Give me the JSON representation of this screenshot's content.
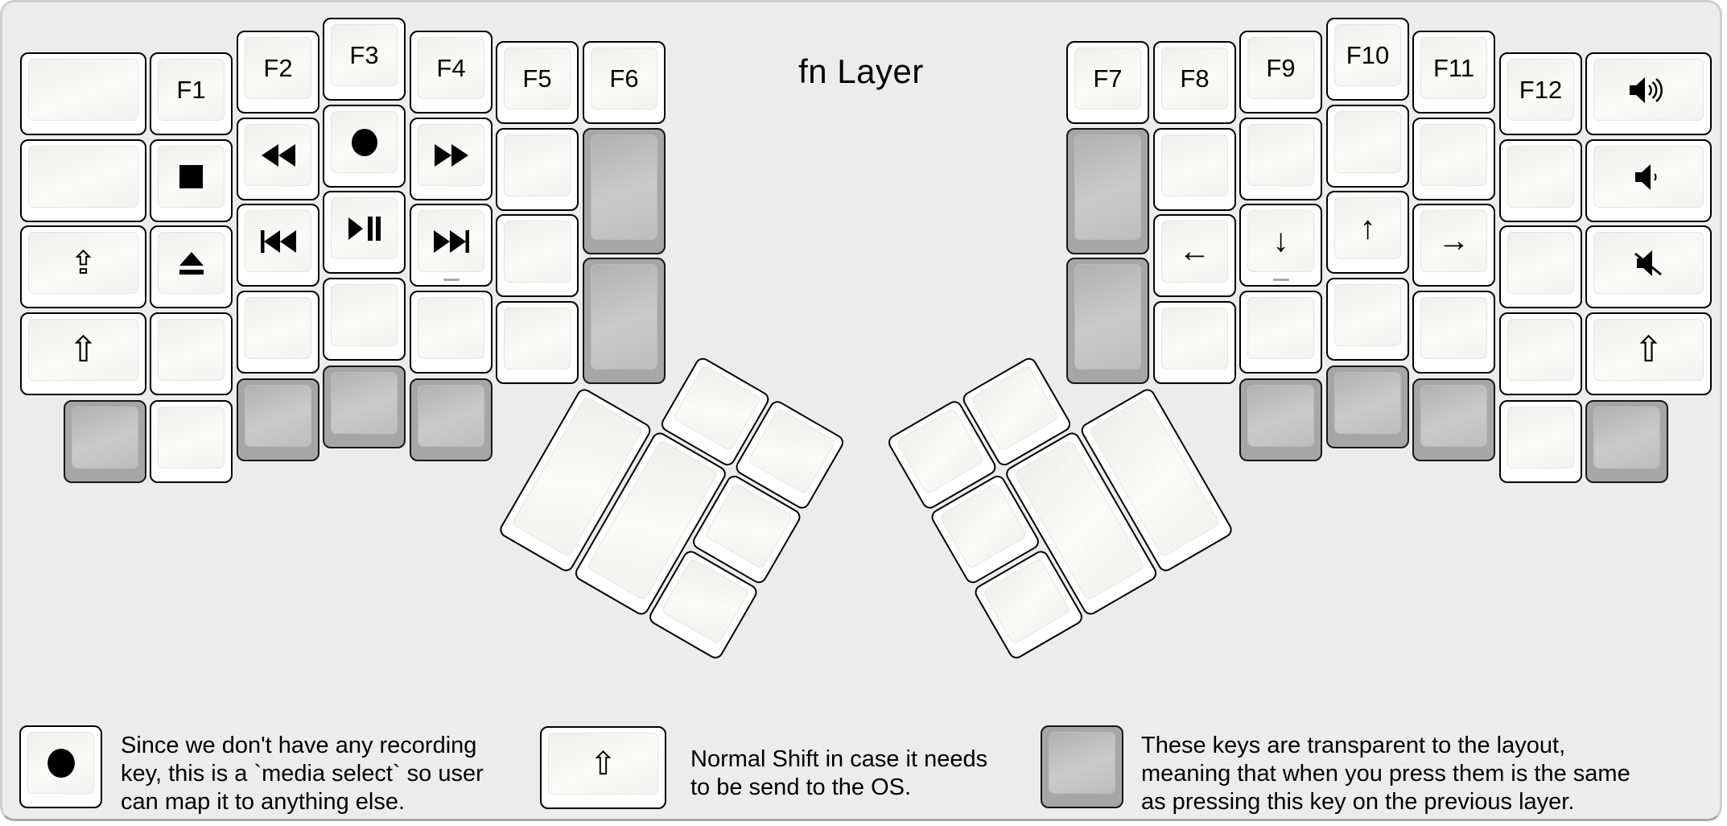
{
  "title": "fn Layer",
  "keys": {
    "f1": "F1",
    "f2": "F2",
    "f3": "F3",
    "f4": "F4",
    "f5": "F5",
    "f6": "F6",
    "f7": "F7",
    "f8": "F8",
    "f9": "F9",
    "f10": "F10",
    "f11": "F11",
    "f12": "F12",
    "left_arrow": "←",
    "down_arrow": "↓",
    "up_arrow": "↑",
    "right_arrow": "→",
    "shift": "⇧",
    "caps_lock": "⇪"
  },
  "icons": {
    "stop": "■",
    "record": "●",
    "rewind": "◀◀",
    "fast-forward": "▶▶",
    "previous-track": "|◀◀",
    "play-pause": "▶❙❙",
    "next-track": "▶▶|",
    "eject": "▲ with bar",
    "volume-up": "speaker with 3 waves",
    "volume-down": "speaker with 1 wave",
    "mute": "speaker with slash",
    "homing-bar": "small gray dash under glyph"
  },
  "legend": {
    "items": [
      {
        "key": "record",
        "lines": [
          "Since we don't have any recording",
          "key, this is a `media select` so user",
          "can map it to anything else."
        ]
      },
      {
        "key": "shift",
        "lines": [
          "Normal Shift in case it needs",
          "to be send to the OS."
        ]
      },
      {
        "key": "transparent",
        "lines": [
          "These keys are transparent to the layout,",
          "meaning that when you press them is the same",
          "as pressing this key on the previous layer."
        ]
      }
    ]
  },
  "colors": {
    "background": "#ececec",
    "key_white": "#ffffff",
    "key_transparent_gray": "#a6a6a6",
    "key_border": "#000000",
    "text": "#000000",
    "homing_bar": "#a9a9a9"
  }
}
